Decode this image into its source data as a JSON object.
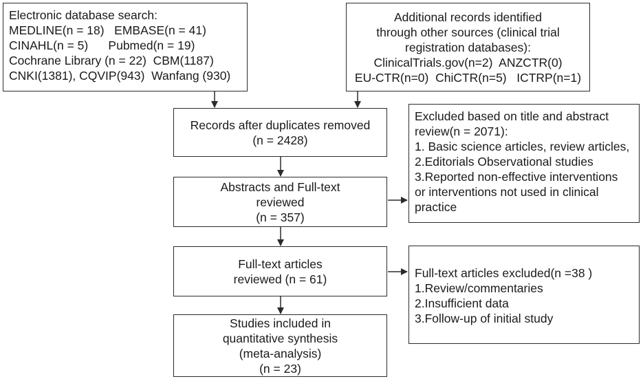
{
  "boxes": {
    "database_search": {
      "title": "Electronic database search:",
      "lines": [
        "MEDLINE(n = 18)   EMBASE(n = 41)",
        "CINAHL(n = 5)      Pubmed(n = 19)",
        "Cochrane Library (n = 22)  CBM(1187)",
        "CNKI(1381), CQVIP(943)  Wanfang (930)"
      ]
    },
    "additional_records": {
      "lines": [
        "Additional records identified",
        "through other sources (clinical trial",
        "registration databases):",
        "ClinicalTrials.gov(n=2)  ANZCTR(0)",
        "EU-CTR(n=0)  ChiCTR(n=5)   ICTRP(n=1)"
      ]
    },
    "duplicates_removed": {
      "lines": [
        "Records after duplicates removed",
        "(n = 2428)"
      ]
    },
    "excluded_title_abstract": {
      "lines": [
        "Excluded based on title and abstract",
        "review(n = 2071):",
        "1. Basic science articles, review articles,",
        "2.Editorials Observational studies",
        "3.Reported non-effective interventions",
        "or interventions not used in clinical",
        "practice"
      ]
    },
    "abstracts_fulltext": {
      "lines": [
        "Abstracts and Full-text",
        "reviewed",
        "(n = 357)"
      ]
    },
    "fulltext_reviewed": {
      "lines": [
        "Full-text articles",
        "reviewed (n = 61)"
      ]
    },
    "fulltext_excluded": {
      "lines": [
        "Full-text articles excluded(n =38 )",
        "1.Review/commentaries",
        "2.Insufficient data",
        "3.Follow-up of initial study"
      ]
    },
    "studies_included": {
      "lines": [
        "Studies included in",
        "quantitative synthesis",
        "(meta-analysis)",
        "(n = 23)"
      ]
    }
  },
  "colors": {
    "stroke": "#2b2b2b",
    "text": "#1a1a1a",
    "background": "#ffffff"
  }
}
